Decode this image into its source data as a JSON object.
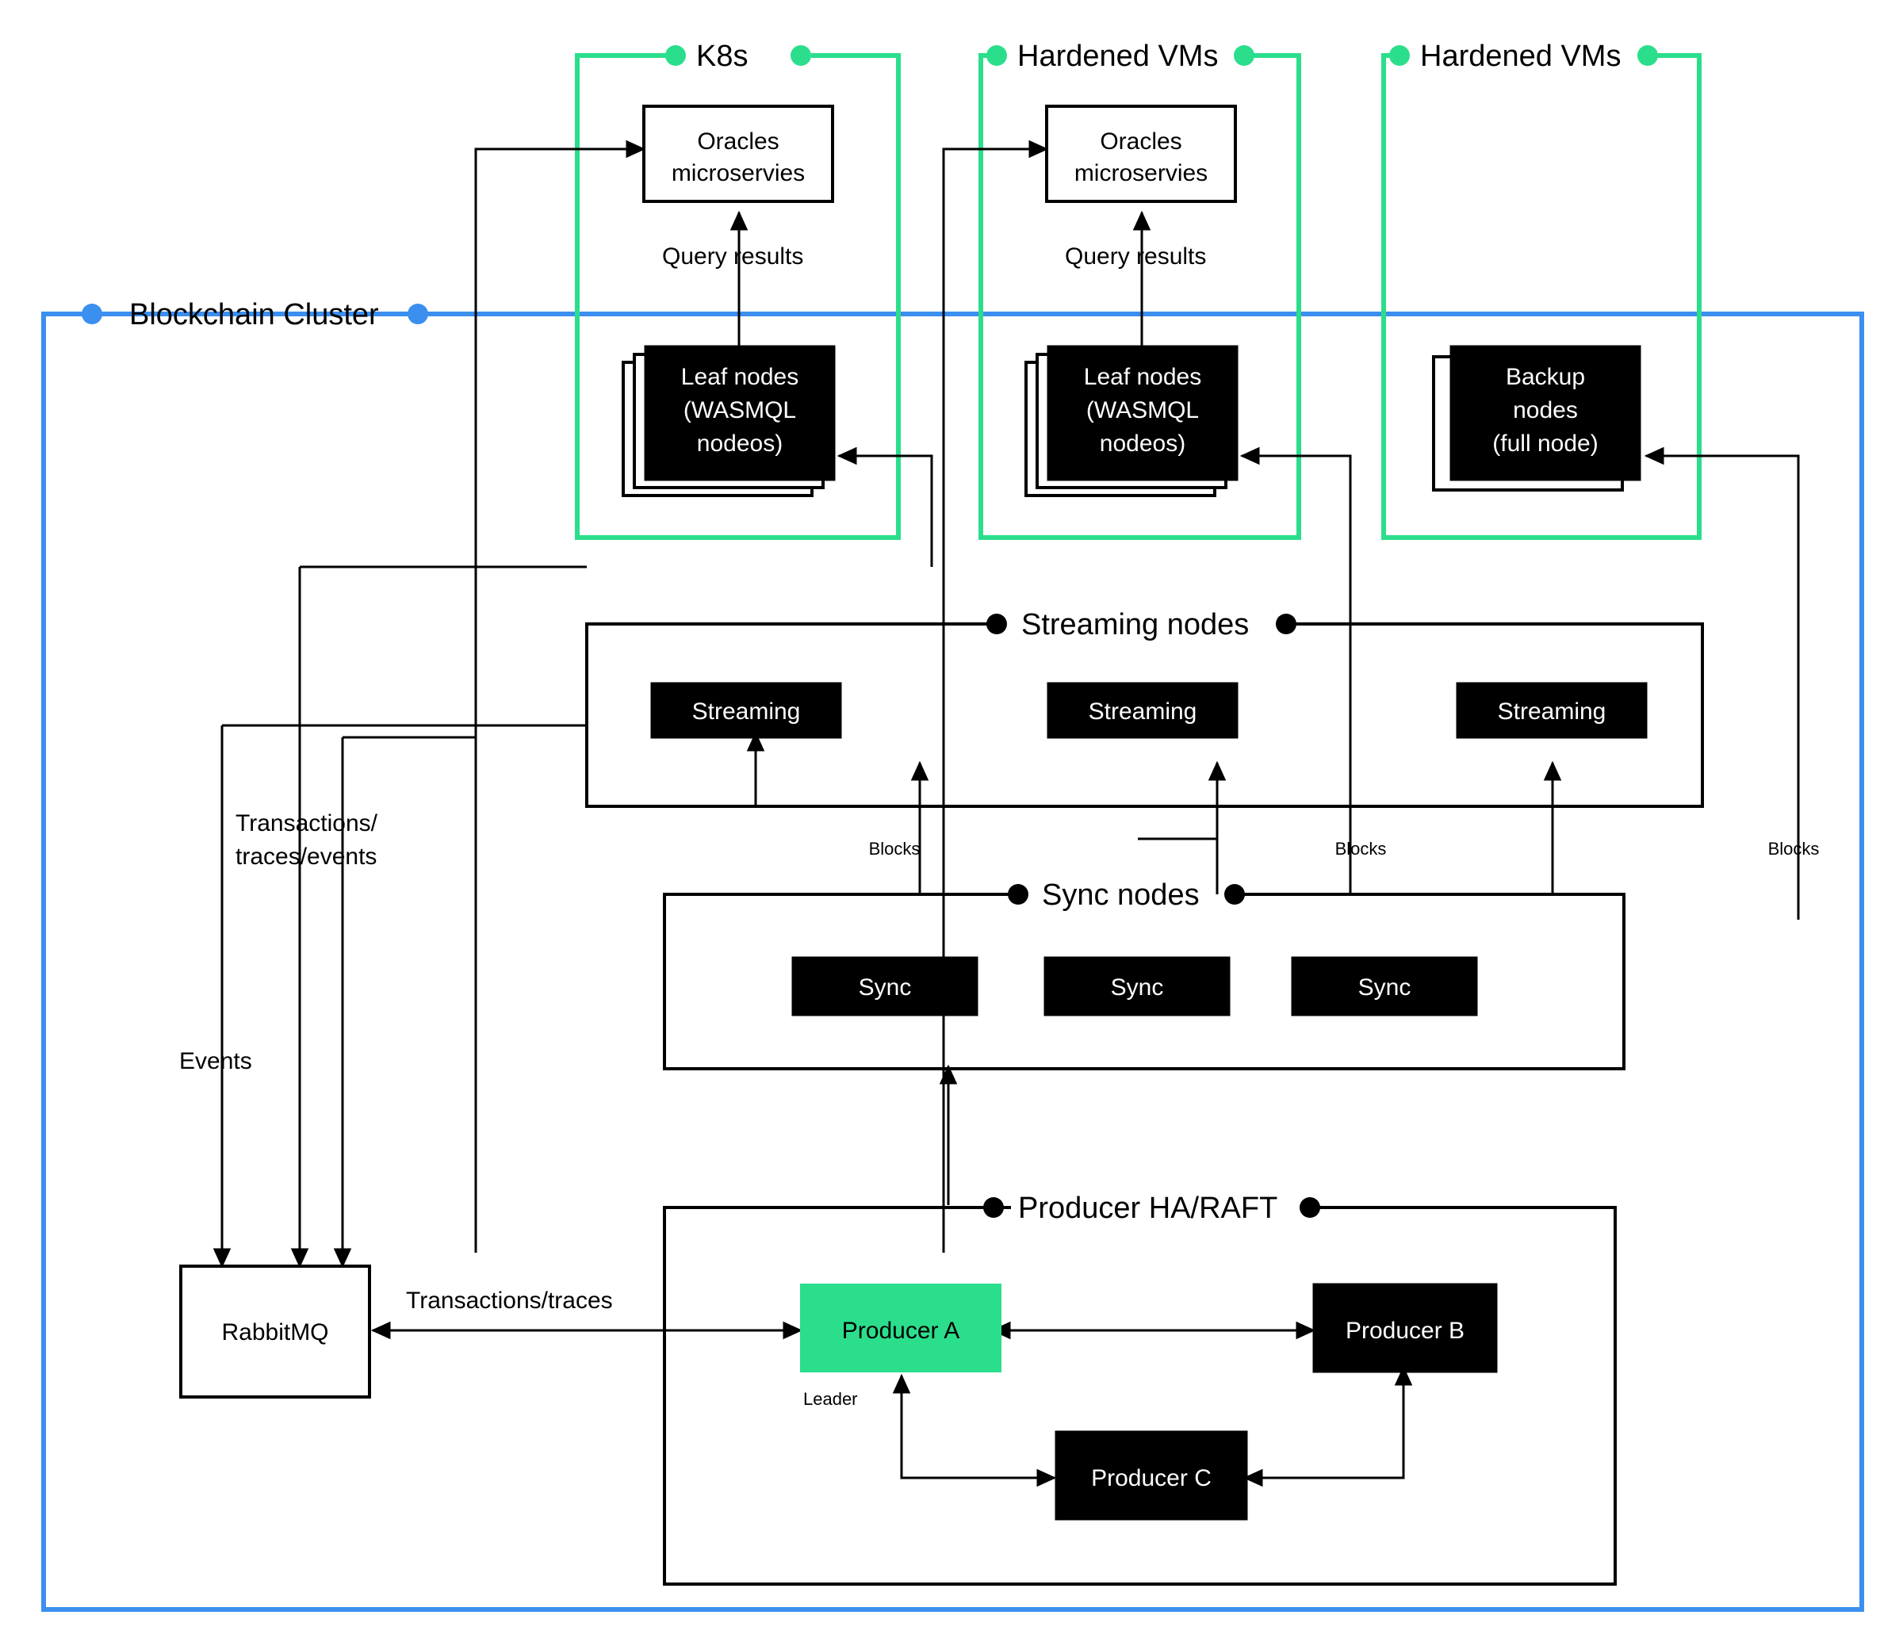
{
  "diagram": {
    "title": "Blockchain Cluster Architecture",
    "colors": {
      "accent_green": "#2BDE8C",
      "accent_blue": "#3B8FEF",
      "node_dark": "#000000",
      "background": "#FFFFFF"
    }
  },
  "groups": {
    "cluster": {
      "label": "Blockchain Cluster",
      "color": "#3B8FEF"
    },
    "k8s": {
      "label": "K8s",
      "color": "#2BDE8C"
    },
    "hardened_vms_1": {
      "label": "Hardened VMs",
      "color": "#2BDE8C"
    },
    "hardened_vms_2": {
      "label": "Hardened VMs",
      "color": "#2BDE8C"
    },
    "streaming_nodes": {
      "label": "Streaming nodes",
      "color": "#000000"
    },
    "sync_nodes": {
      "label": "Sync nodes",
      "color": "#000000"
    },
    "producer_ha": {
      "label": "Producer HA/RAFT",
      "color": "#000000"
    }
  },
  "nodes": {
    "oracles_1": {
      "label_line1": "Oracles",
      "label_line2": "microservies",
      "style": "light"
    },
    "oracles_2": {
      "label_line1": "Oracles",
      "label_line2": "microservies",
      "style": "light"
    },
    "leaf_1": {
      "label_line1": "Leaf nodes",
      "label_line2": "(WASMQL",
      "label_line3": "nodeos)",
      "style": "dark",
      "stack": 3
    },
    "leaf_2": {
      "label_line1": "Leaf nodes",
      "label_line2": "(WASMQL",
      "label_line3": "nodeos)",
      "style": "dark",
      "stack": 3
    },
    "backup": {
      "label_line1": "Backup",
      "label_line2": "nodes",
      "label_line3": "(full node)",
      "style": "dark",
      "stack": 2
    },
    "streaming_1": {
      "label": "Streaming",
      "style": "dark"
    },
    "streaming_2": {
      "label": "Streaming",
      "style": "dark"
    },
    "streaming_3": {
      "label": "Streaming",
      "style": "dark"
    },
    "sync_1": {
      "label": "Sync",
      "style": "dark"
    },
    "sync_2": {
      "label": "Sync",
      "style": "dark"
    },
    "sync_3": {
      "label": "Sync",
      "style": "dark"
    },
    "rabbitmq": {
      "label": "RabbitMQ",
      "style": "light"
    },
    "producer_a": {
      "label": "Producer A",
      "style": "green",
      "sublabel": "Leader"
    },
    "producer_b": {
      "label": "Producer B",
      "style": "dark"
    },
    "producer_c": {
      "label": "Producer C",
      "style": "dark"
    }
  },
  "edge_labels": {
    "query_results_1": "Query results",
    "query_results_2": "Query results",
    "transactions_traces_events_1": "Transactions/",
    "transactions_traces_events_2": "traces/events",
    "events": "Events",
    "blocks_1": "Blocks",
    "blocks_2": "Blocks",
    "blocks_3": "Blocks",
    "transactions_traces": "Transactions/traces",
    "leader": "Leader"
  }
}
